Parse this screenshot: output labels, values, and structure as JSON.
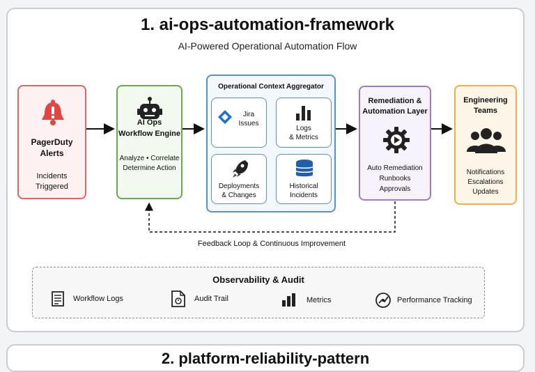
{
  "title": "1. ai-ops-automation-framework",
  "subtitle": "AI-Powered Operational Automation Flow",
  "nodes": {
    "pagerduty": {
      "title1": "PagerDuty",
      "title2": "Alerts",
      "desc1": "Incidents",
      "desc2": "Triggered",
      "icon": "bell-icon"
    },
    "aiops": {
      "title1": "AI Ops",
      "title2": "Workflow Engine",
      "desc1": "Analyze • Correlate",
      "desc2": "Determine Action",
      "icon": "robot-icon"
    },
    "aggregator": {
      "title": "Operational Context Aggregator",
      "items": [
        {
          "line1": "Jira",
          "line2": "Issues",
          "icon": "jira-icon"
        },
        {
          "line1": "Logs",
          "line2": "& Metrics",
          "icon": "bar-chart-icon"
        },
        {
          "line1": "Deployments",
          "line2": "& Changes",
          "icon": "rocket-icon"
        },
        {
          "line1": "Historical",
          "line2": "Incidents",
          "icon": "database-icon"
        }
      ]
    },
    "remediation": {
      "title1": "Remediation &",
      "title2": "Automation Layer",
      "desc1": "Auto Remediation",
      "desc2": "Runbooks",
      "desc3": "Approvals",
      "icon": "gear-play-icon"
    },
    "engineering": {
      "title1": "Engineering",
      "title2": "Teams",
      "desc1": "Notifications",
      "desc2": "Escalations",
      "desc3": "Updates",
      "icon": "team-icon"
    }
  },
  "feedback": "Feedback Loop & Continuous Improvement",
  "observability": {
    "title": "Observability & Audit",
    "items": [
      {
        "label": "Workflow Logs",
        "icon": "document-icon"
      },
      {
        "label": "Audit Trail",
        "icon": "audit-file-icon"
      },
      {
        "label": "Metrics",
        "icon": "bar-chart-icon"
      },
      {
        "label": "Performance Tracking",
        "icon": "gauge-icon"
      }
    ]
  },
  "next_panel_title": "2. platform-reliability-pattern",
  "colors": {
    "red": "#e06666",
    "green": "#6aa84f",
    "blue": "#5b8fc9",
    "purple": "#9b7bc8",
    "orange": "#e8b04b"
  }
}
